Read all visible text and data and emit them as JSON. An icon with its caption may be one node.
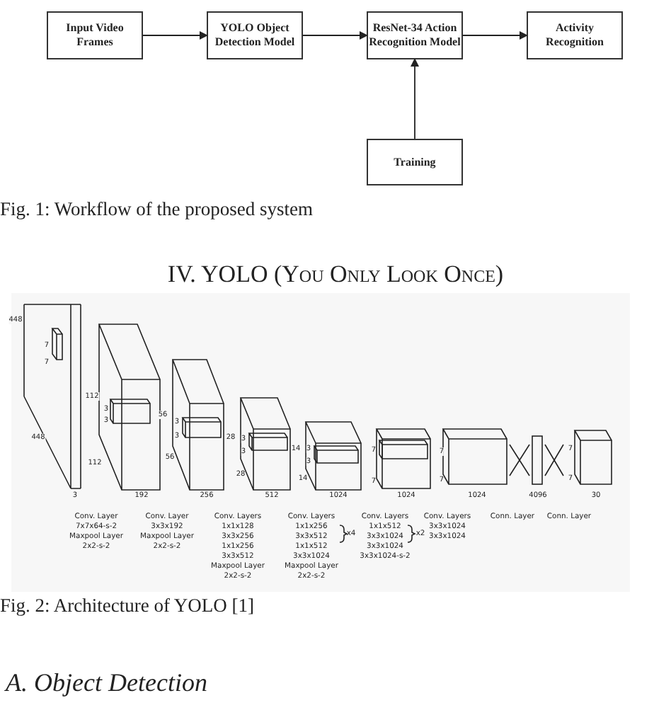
{
  "diagram": {
    "nodes": [
      {
        "text": [
          "Input Video Frames"
        ]
      },
      {
        "text": [
          "YOLO Object Detection Model"
        ]
      },
      {
        "text": [
          "ResNet-34 Action Recognition Model"
        ]
      },
      {
        "text": [
          "Activity Recognition"
        ]
      },
      {
        "text": [
          "Training"
        ]
      }
    ],
    "edges": [
      {
        "from": 0,
        "to": 1,
        "arrow": "to"
      },
      {
        "from": 1,
        "to": 2,
        "arrow": "to"
      },
      {
        "from": 2,
        "to": 3,
        "arrow": "to"
      },
      {
        "from": 4,
        "to": 2,
        "arrow": "to"
      }
    ],
    "labels": [
      "Fig. 1: Workflow of the proposed system",
      "IV. YOLO (You Only Look Once)",
      "448",
      "7",
      "7",
      "448",
      "3",
      "112",
      "112",
      "3",
      "3",
      "192",
      "56",
      "56",
      "3",
      "3",
      "256",
      "28",
      "28",
      "3",
      "3",
      "512",
      "14",
      "14",
      "3",
      "3",
      "1024",
      "7",
      "7",
      "1024",
      "7",
      "7",
      "1024",
      "4096",
      "7",
      "7",
      "30",
      "Conv. Layer",
      "7x7x64-s-2",
      "Maxpool Layer",
      "2x2-s-2",
      "Conv. Layer",
      "3x3x192",
      "Maxpool Layer",
      "2x2-s-2",
      "Conv. Layers",
      "1x1x128",
      "3x3x256",
      "1x1x256",
      "3x3x512",
      "Maxpool Layer",
      "2x2-s-2",
      "Conv. Layers",
      "1x1x256",
      "3x3x512",
      "x4",
      "1x1x512",
      "3x3x1024",
      "Maxpool Layer",
      "2x2-s-2",
      "Conv. Layers",
      "1x1x512",
      "3x3x1024",
      "x2",
      "3x3x1024",
      "3x3x1024-s-2",
      "Conv. Layers",
      "3x3x1024",
      "3x3x1024",
      "Conn. Layer",
      "Conn. Layer",
      "Fig. 2: Architecture of YOLO [1]",
      "A. Object Detection"
    ]
  }
}
